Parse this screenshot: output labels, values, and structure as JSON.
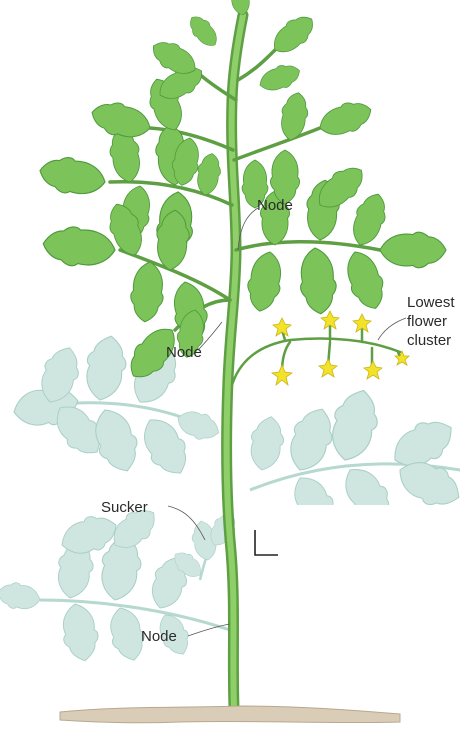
{
  "labels": {
    "node_top": "Node",
    "node_middle": "Node",
    "node_bottom": "Node",
    "sucker": "Sucker",
    "lowest_flower_cluster_line1": "Lowest",
    "lowest_flower_cluster_line2": "flower",
    "lowest_flower_cluster_line3": "cluster"
  },
  "colors": {
    "leaf_green": "#7cc35a",
    "leaf_dark": "#4f9a3c",
    "pale_leaf": "#cfe6e0",
    "pale_leaf_edge": "#a9cfc6",
    "stem": "#7fbf5a",
    "flower": "#f2e22a",
    "soil": "#d9cdb8"
  }
}
